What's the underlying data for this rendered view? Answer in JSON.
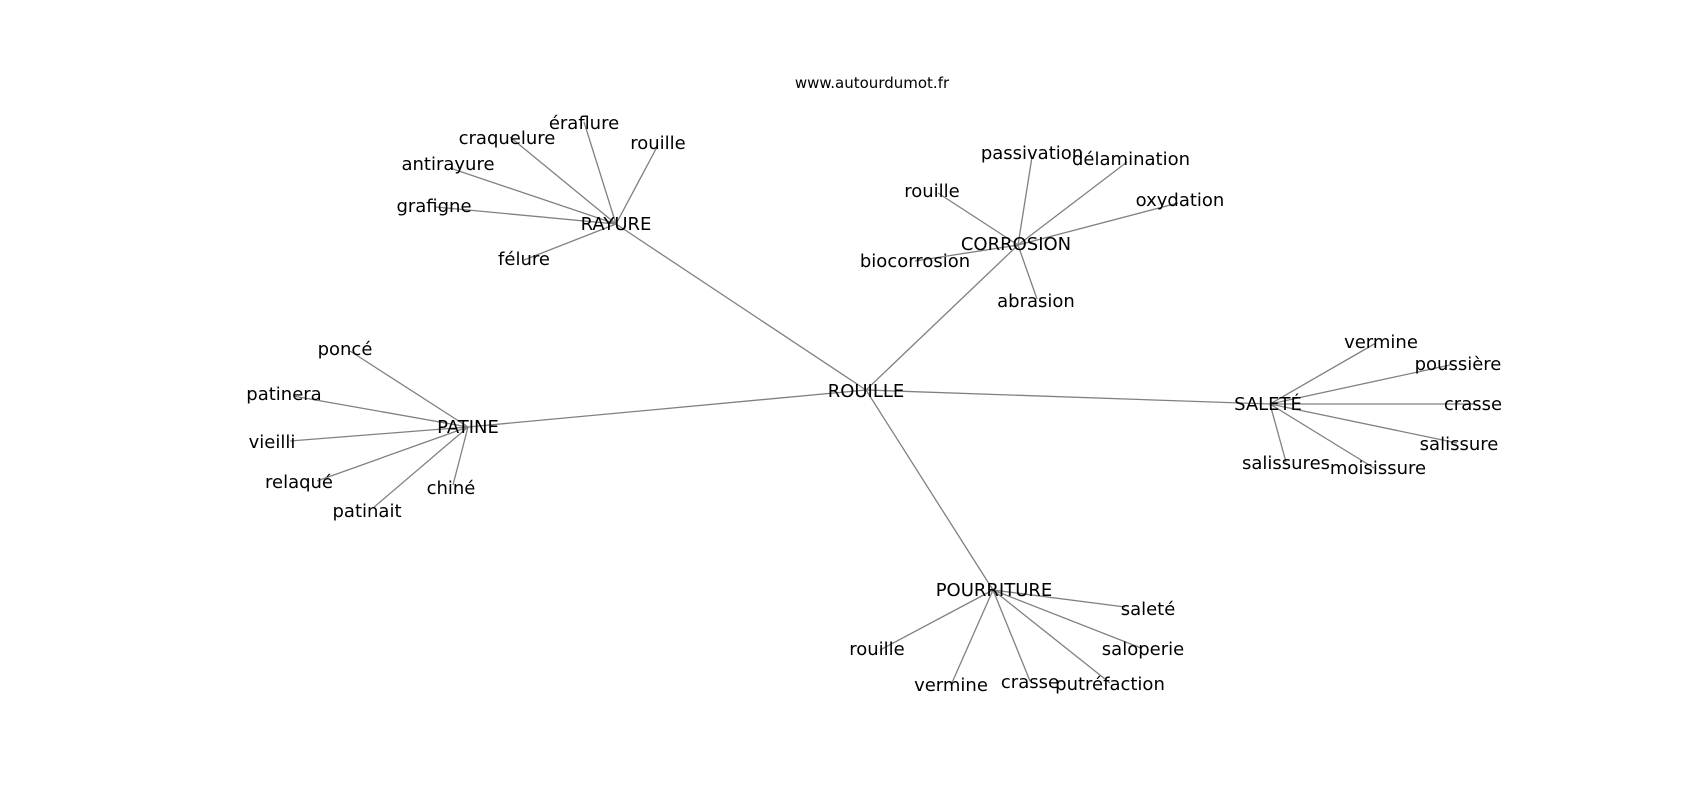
{
  "source": "www.autourdumot.fr",
  "colors": {
    "edge": "#808080",
    "text": "#000000",
    "background": "#ffffff"
  },
  "nodes": {
    "center": "ROUILLE",
    "rayure": "RAYURE",
    "rayure_eraflure": "éraflure",
    "rayure_craquelure": "craquelure",
    "rayure_rouille": "rouille",
    "rayure_antirayure": "antirayure",
    "rayure_grafigne": "grafigne",
    "rayure_felure": "félure",
    "corrosion": "CORROSION",
    "corrosion_passivation": "passivation",
    "corrosion_delamination": "délamination",
    "corrosion_rouille": "rouille",
    "corrosion_oxydation": "oxydation",
    "corrosion_biocorrosion": "biocorrosion",
    "corrosion_abrasion": "abrasion",
    "patine": "PATINE",
    "patine_ponce": "poncé",
    "patine_patinera": "patinera",
    "patine_vieilli": "vieilli",
    "patine_relaque": "relaqué",
    "patine_patinait": "patinait",
    "patine_chine": "chiné",
    "salete": "SALETÉ",
    "salete_vermine": "vermine",
    "salete_poussiere": "poussière",
    "salete_crasse": "crasse",
    "salete_salissure": "salissure",
    "salete_salissures": "salissures",
    "salete_moisissure": "moisissure",
    "pourriture": "POURRITURE",
    "pourriture_salete": "saleté",
    "pourriture_rouille": "rouille",
    "pourriture_saloperie": "saloperie",
    "pourriture_vermine": "vermine",
    "pourriture_crasse": "crasse",
    "pourriture_putrefaction": "putréfaction"
  }
}
